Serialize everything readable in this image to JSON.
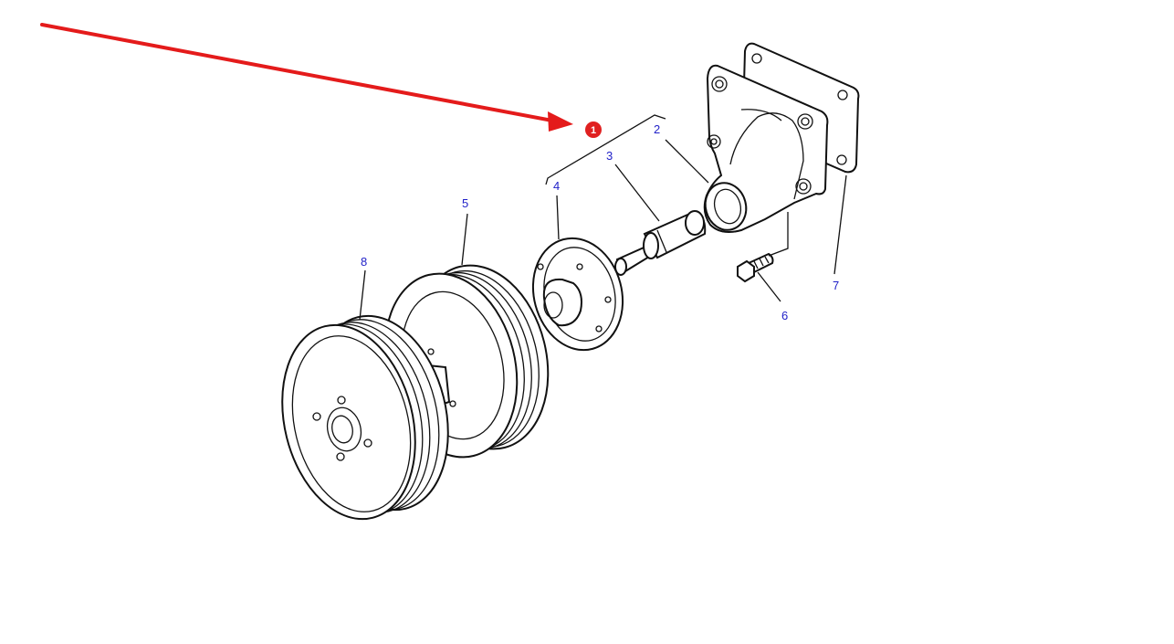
{
  "diagram": {
    "highlight_color": "#e02020",
    "label_color": "#1f1fc8",
    "highlight_badge": "1",
    "callouts": {
      "c2": "2",
      "c3": "3",
      "c4": "4",
      "c5": "5",
      "c6": "6",
      "c7": "7",
      "c8": "8"
    }
  }
}
